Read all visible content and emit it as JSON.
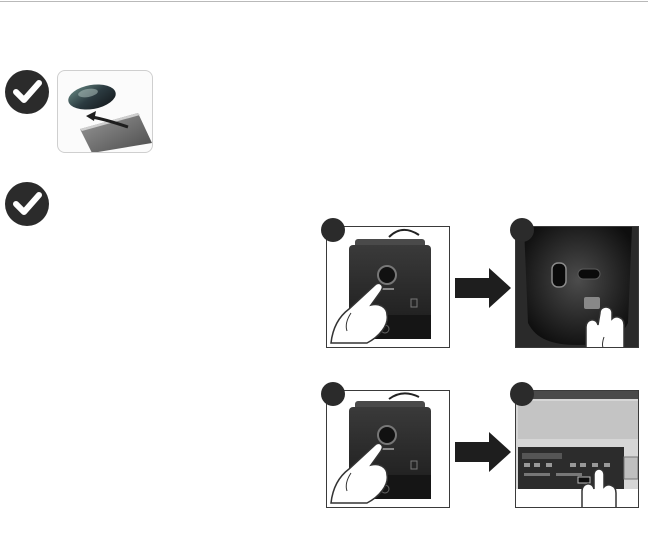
{
  "page": {
    "icons": {
      "check_1": "checkmark-circle-icon",
      "check_2": "checkmark-circle-icon",
      "arrow": "right-arrow-icon"
    },
    "colors": {
      "check_bg": "#2b2b2b",
      "rule": "#b9b9b9",
      "panel_border": "#3a3a3a"
    }
  },
  "step_1": {
    "image": "mouse-on-pad-illustration"
  },
  "step_2": {
    "rows": [
      {
        "left_image": "receiver-connect-button",
        "right_image": "mouse-connect-button-underside"
      },
      {
        "left_image": "receiver-connect-button",
        "right_image": "computer-back-panel-usb-port"
      }
    ]
  }
}
